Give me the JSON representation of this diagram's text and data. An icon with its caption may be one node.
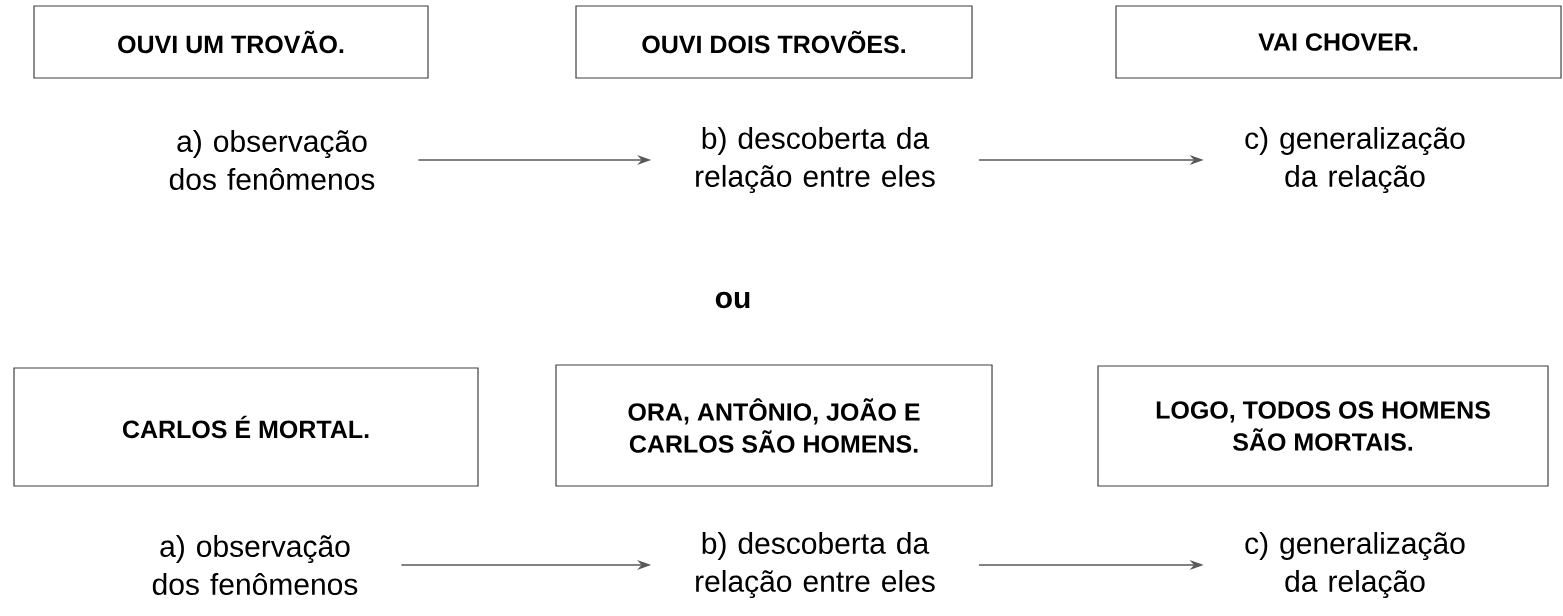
{
  "diagram": {
    "nodes": [
      {
        "text": [
          "OUVI UM TROVÃO."
        ]
      },
      {
        "text": [
          "OUVI DOIS TROVÕES."
        ]
      },
      {
        "text": [
          "VAI CHOVER."
        ]
      },
      {
        "text": [
          "a) observação dos fenômenos"
        ]
      },
      {
        "text": [
          "b) descoberta da relação entre eles"
        ]
      },
      {
        "text": [
          "c) generalização da relação"
        ]
      },
      {
        "text": [
          "CARLOS É MORTAL."
        ]
      },
      {
        "text": [
          "ORA, ANTÔNIO, JOÃO E CARLOS SÃO HOMENS."
        ]
      },
      {
        "text": [
          "LOGO, TODOS OS HOMENS SÃO MORTAIS."
        ]
      },
      {
        "text": [
          "a) observação dos fenômenos"
        ]
      },
      {
        "text": [
          "b) descoberta da relação entre eles"
        ]
      },
      {
        "text": [
          "c) generalização da relação"
        ]
      }
    ],
    "edges": [
      {
        "from": 3,
        "to": 4,
        "arrow": "to"
      },
      {
        "from": 4,
        "to": 5,
        "arrow": "to"
      },
      {
        "from": 9,
        "to": 10,
        "arrow": "to"
      },
      {
        "from": 10,
        "to": 11,
        "arrow": "to"
      }
    ],
    "labels": [
      "ou"
    ]
  }
}
